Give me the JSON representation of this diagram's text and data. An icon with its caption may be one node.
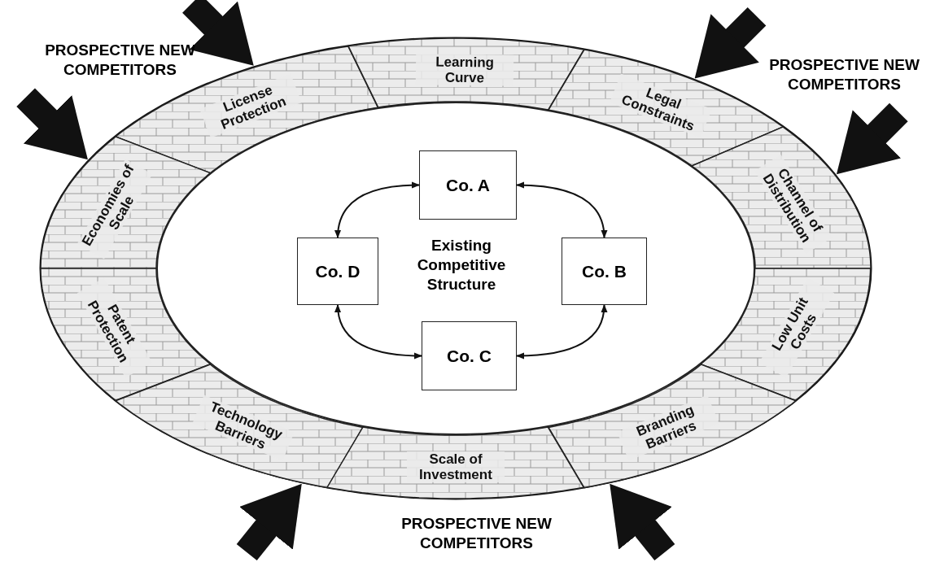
{
  "diagram": {
    "nodes": [
      {
        "text": [
          "License Protection"
        ]
      },
      {
        "text": [
          "Learning Curve"
        ]
      },
      {
        "text": [
          "Legal Constraints"
        ]
      },
      {
        "text": [
          "Economies of Scale"
        ]
      },
      {
        "text": [
          "Channel of Distribution"
        ]
      },
      {
        "text": [
          "Existing Competitive Structure"
        ]
      },
      {
        "text": [
          "Co. A"
        ],
        "in": 5
      },
      {
        "text": [
          "Co. D"
        ],
        "in": 5
      },
      {
        "text": [
          "Co. B"
        ],
        "in": 5
      },
      {
        "text": [
          "Co. C"
        ],
        "in": 5
      },
      {
        "text": [
          "Patent Protection"
        ]
      },
      {
        "text": [
          "Low Unit Costs"
        ]
      },
      {
        "text": [
          "Technology Barriers"
        ]
      },
      {
        "text": [
          "Branding Barriers"
        ]
      },
      {
        "text": [
          "Scale of Investment"
        ]
      }
    ],
    "edges": [
      {
        "from": 6,
        "to": 8,
        "arrow": "both"
      },
      {
        "from": 6,
        "to": 7,
        "arrow": "both"
      },
      {
        "from": 8,
        "to": 9,
        "arrow": "both"
      },
      {
        "from": 9,
        "to": 7,
        "arrow": "both"
      },
      {
        "from": null,
        "to": 0,
        "arrow": "to"
      },
      {
        "from": null,
        "to": 3,
        "arrow": "to"
      },
      {
        "from": null,
        "to": 2,
        "arrow": "to"
      },
      {
        "from": null,
        "to": 4,
        "arrow": "to"
      },
      {
        "from": null,
        "to": 12,
        "arrow": "to"
      },
      {
        "from": null,
        "to": 13,
        "arrow": "to"
      }
    ],
    "labels": [
      "PROSPECTIVE NEW COMPETITORS",
      "PROSPECTIVE NEW COMPETITORS",
      "PROSPECTIVE NEW COMPETITORS"
    ]
  }
}
